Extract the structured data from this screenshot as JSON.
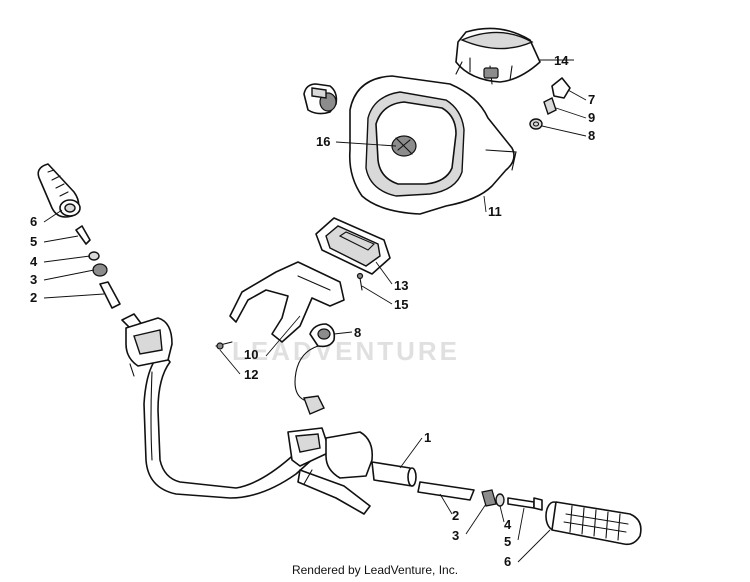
{
  "callouts": {
    "c1": "1",
    "c2a": "2",
    "c2b": "2",
    "c3a": "3",
    "c3b": "3",
    "c4a": "4",
    "c4b": "4",
    "c5a": "5",
    "c5b": "5",
    "c6a": "6",
    "c6b": "6",
    "c7": "7",
    "c8a": "8",
    "c8b": "8",
    "c9": "9",
    "c10": "10",
    "c11": "11",
    "c12": "12",
    "c13": "13",
    "c14": "14",
    "c15": "15",
    "c16": "16"
  },
  "watermark": "LEADVENTURE",
  "footer": "Rendered by LeadVenture, Inc."
}
